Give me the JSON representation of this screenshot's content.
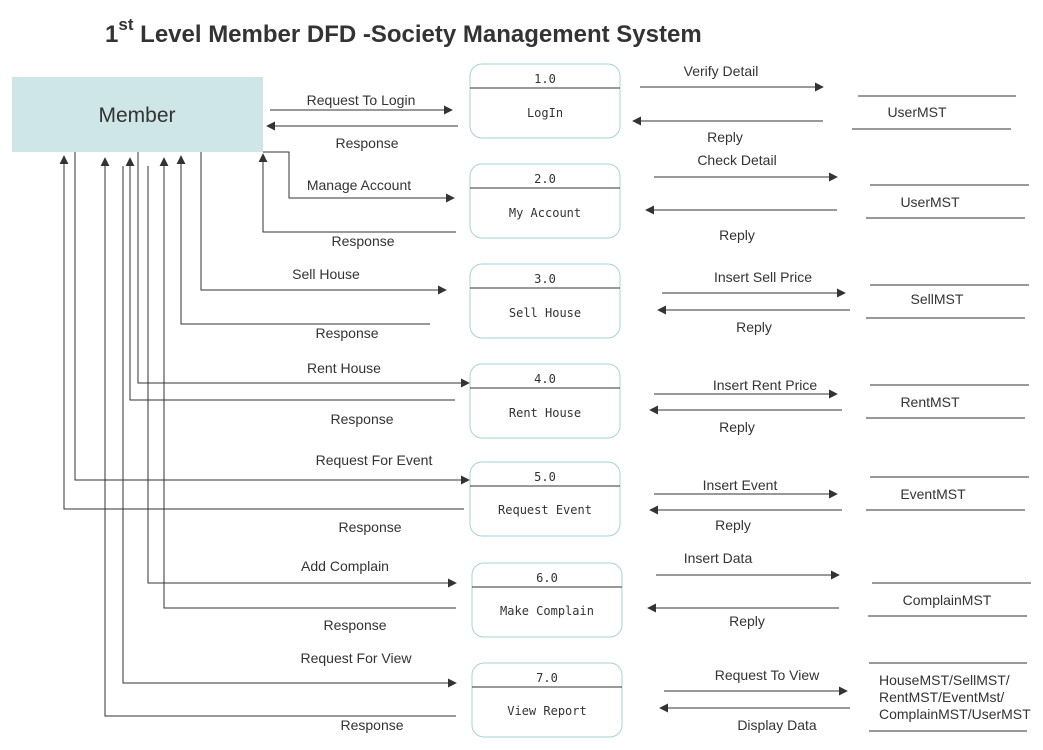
{
  "title": {
    "main": "1",
    "sup": "st",
    "rest": " Level Member DFD  -Society Management System"
  },
  "entity": {
    "label": "Member"
  },
  "processes": [
    {
      "num": "1.0",
      "name": "LogIn"
    },
    {
      "num": "2.0",
      "name": "My Account"
    },
    {
      "num": "3.0",
      "name": "Sell House"
    },
    {
      "num": "4.0",
      "name": "Rent House"
    },
    {
      "num": "5.0",
      "name": "Request Event"
    },
    {
      "num": "6.0",
      "name": "Make Complain"
    },
    {
      "num": "7.0",
      "name": "View Report"
    }
  ],
  "left_flows": [
    {
      "request": "Request To Login",
      "response": "Response"
    },
    {
      "request": "Manage Account",
      "response": "Response"
    },
    {
      "request": "Sell House",
      "response": "Response"
    },
    {
      "request": "Rent House",
      "response": "Response"
    },
    {
      "request": "Request For Event",
      "response": "Response"
    },
    {
      "request": "Add Complain",
      "response": "Response"
    },
    {
      "request": "Request For View",
      "response": "Response"
    }
  ],
  "right_flows": [
    {
      "out": "Verify Detail",
      "back": "Reply"
    },
    {
      "out": "Check Detail",
      "back": "Reply"
    },
    {
      "out": "Insert Sell Price",
      "back": "Reply"
    },
    {
      "out": "Insert Rent Price",
      "back": "Reply"
    },
    {
      "out": "Insert Event",
      "back": "Reply"
    },
    {
      "out": "Insert Data",
      "back": "Reply"
    },
    {
      "out": "Request To View",
      "back": "Display Data"
    }
  ],
  "stores": [
    {
      "lines": [
        "UserMST"
      ]
    },
    {
      "lines": [
        "UserMST"
      ]
    },
    {
      "lines": [
        "SellMST"
      ]
    },
    {
      "lines": [
        "RentMST"
      ]
    },
    {
      "lines": [
        "EventMST"
      ]
    },
    {
      "lines": [
        "ComplainMST"
      ]
    },
    {
      "lines": [
        "HouseMST/SellMST/",
        "RentMST/EventMst/",
        "ComplainMST/UserMST"
      ]
    }
  ],
  "colors": {
    "entity_fill": "#cfe6e8",
    "process_border": "#a6d5cf",
    "line": "#333333"
  }
}
